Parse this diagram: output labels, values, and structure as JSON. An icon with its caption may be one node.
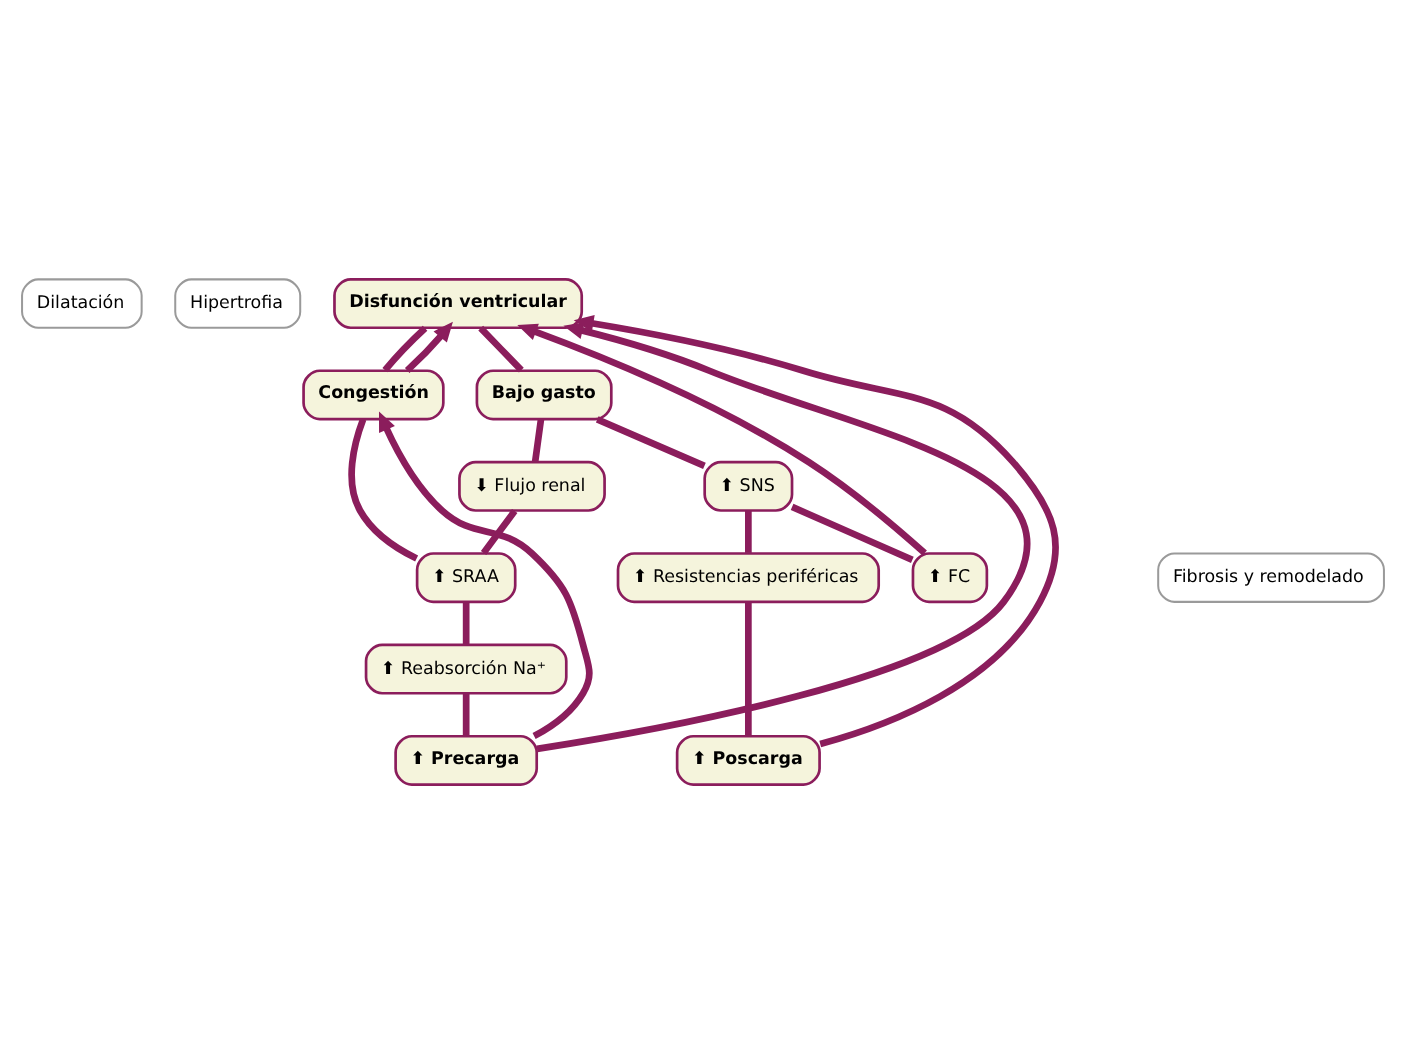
{
  "diagram": {
    "nodes": [
      {
        "text": [
          "Dilatación"
        ]
      },
      {
        "text": [
          "Hipertrofia"
        ]
      },
      {
        "text": [
          "Disfunción ventricular"
        ]
      },
      {
        "text": [
          "Congestión"
        ]
      },
      {
        "text": [
          "Bajo gasto"
        ]
      },
      {
        "text": [
          "⬇ Flujo renal"
        ]
      },
      {
        "text": [
          "⬆ SNS"
        ]
      },
      {
        "text": [
          "Fibrosis y remodelado"
        ]
      },
      {
        "text": [
          "⬆ SRAA"
        ]
      },
      {
        "text": [
          "⬆ Resistencias periféricas"
        ]
      },
      {
        "text": [
          "⬆ FC"
        ]
      },
      {
        "text": [
          "⬆ Reabsorción Na⁺"
        ]
      },
      {
        "text": [
          "⬆ Precarga"
        ]
      },
      {
        "text": [
          "⬆ Poscarga"
        ]
      }
    ],
    "edges": [
      {
        "from": 2,
        "to": 3,
        "arrow": "none"
      },
      {
        "from": 2,
        "to": 4,
        "arrow": "none"
      },
      {
        "from": 3,
        "to": 2,
        "arrow": "to"
      },
      {
        "from": 4,
        "to": 5,
        "arrow": "none"
      },
      {
        "from": 4,
        "to": 6,
        "arrow": "none"
      },
      {
        "from": 5,
        "to": 8,
        "arrow": "none"
      },
      {
        "from": 8,
        "to": 3,
        "arrow": "none"
      },
      {
        "from": 6,
        "to": 9,
        "arrow": "none"
      },
      {
        "from": 6,
        "to": 10,
        "arrow": "none"
      },
      {
        "from": 10,
        "to": 2,
        "arrow": "to"
      },
      {
        "from": 8,
        "to": 11,
        "arrow": "none"
      },
      {
        "from": 11,
        "to": 12,
        "arrow": "none"
      },
      {
        "from": 12,
        "to": 3,
        "arrow": "to"
      },
      {
        "from": 12,
        "to": 2,
        "arrow": "to"
      },
      {
        "from": 9,
        "to": 13,
        "arrow": "none"
      },
      {
        "from": 13,
        "to": 2,
        "arrow": "to"
      }
    ]
  }
}
